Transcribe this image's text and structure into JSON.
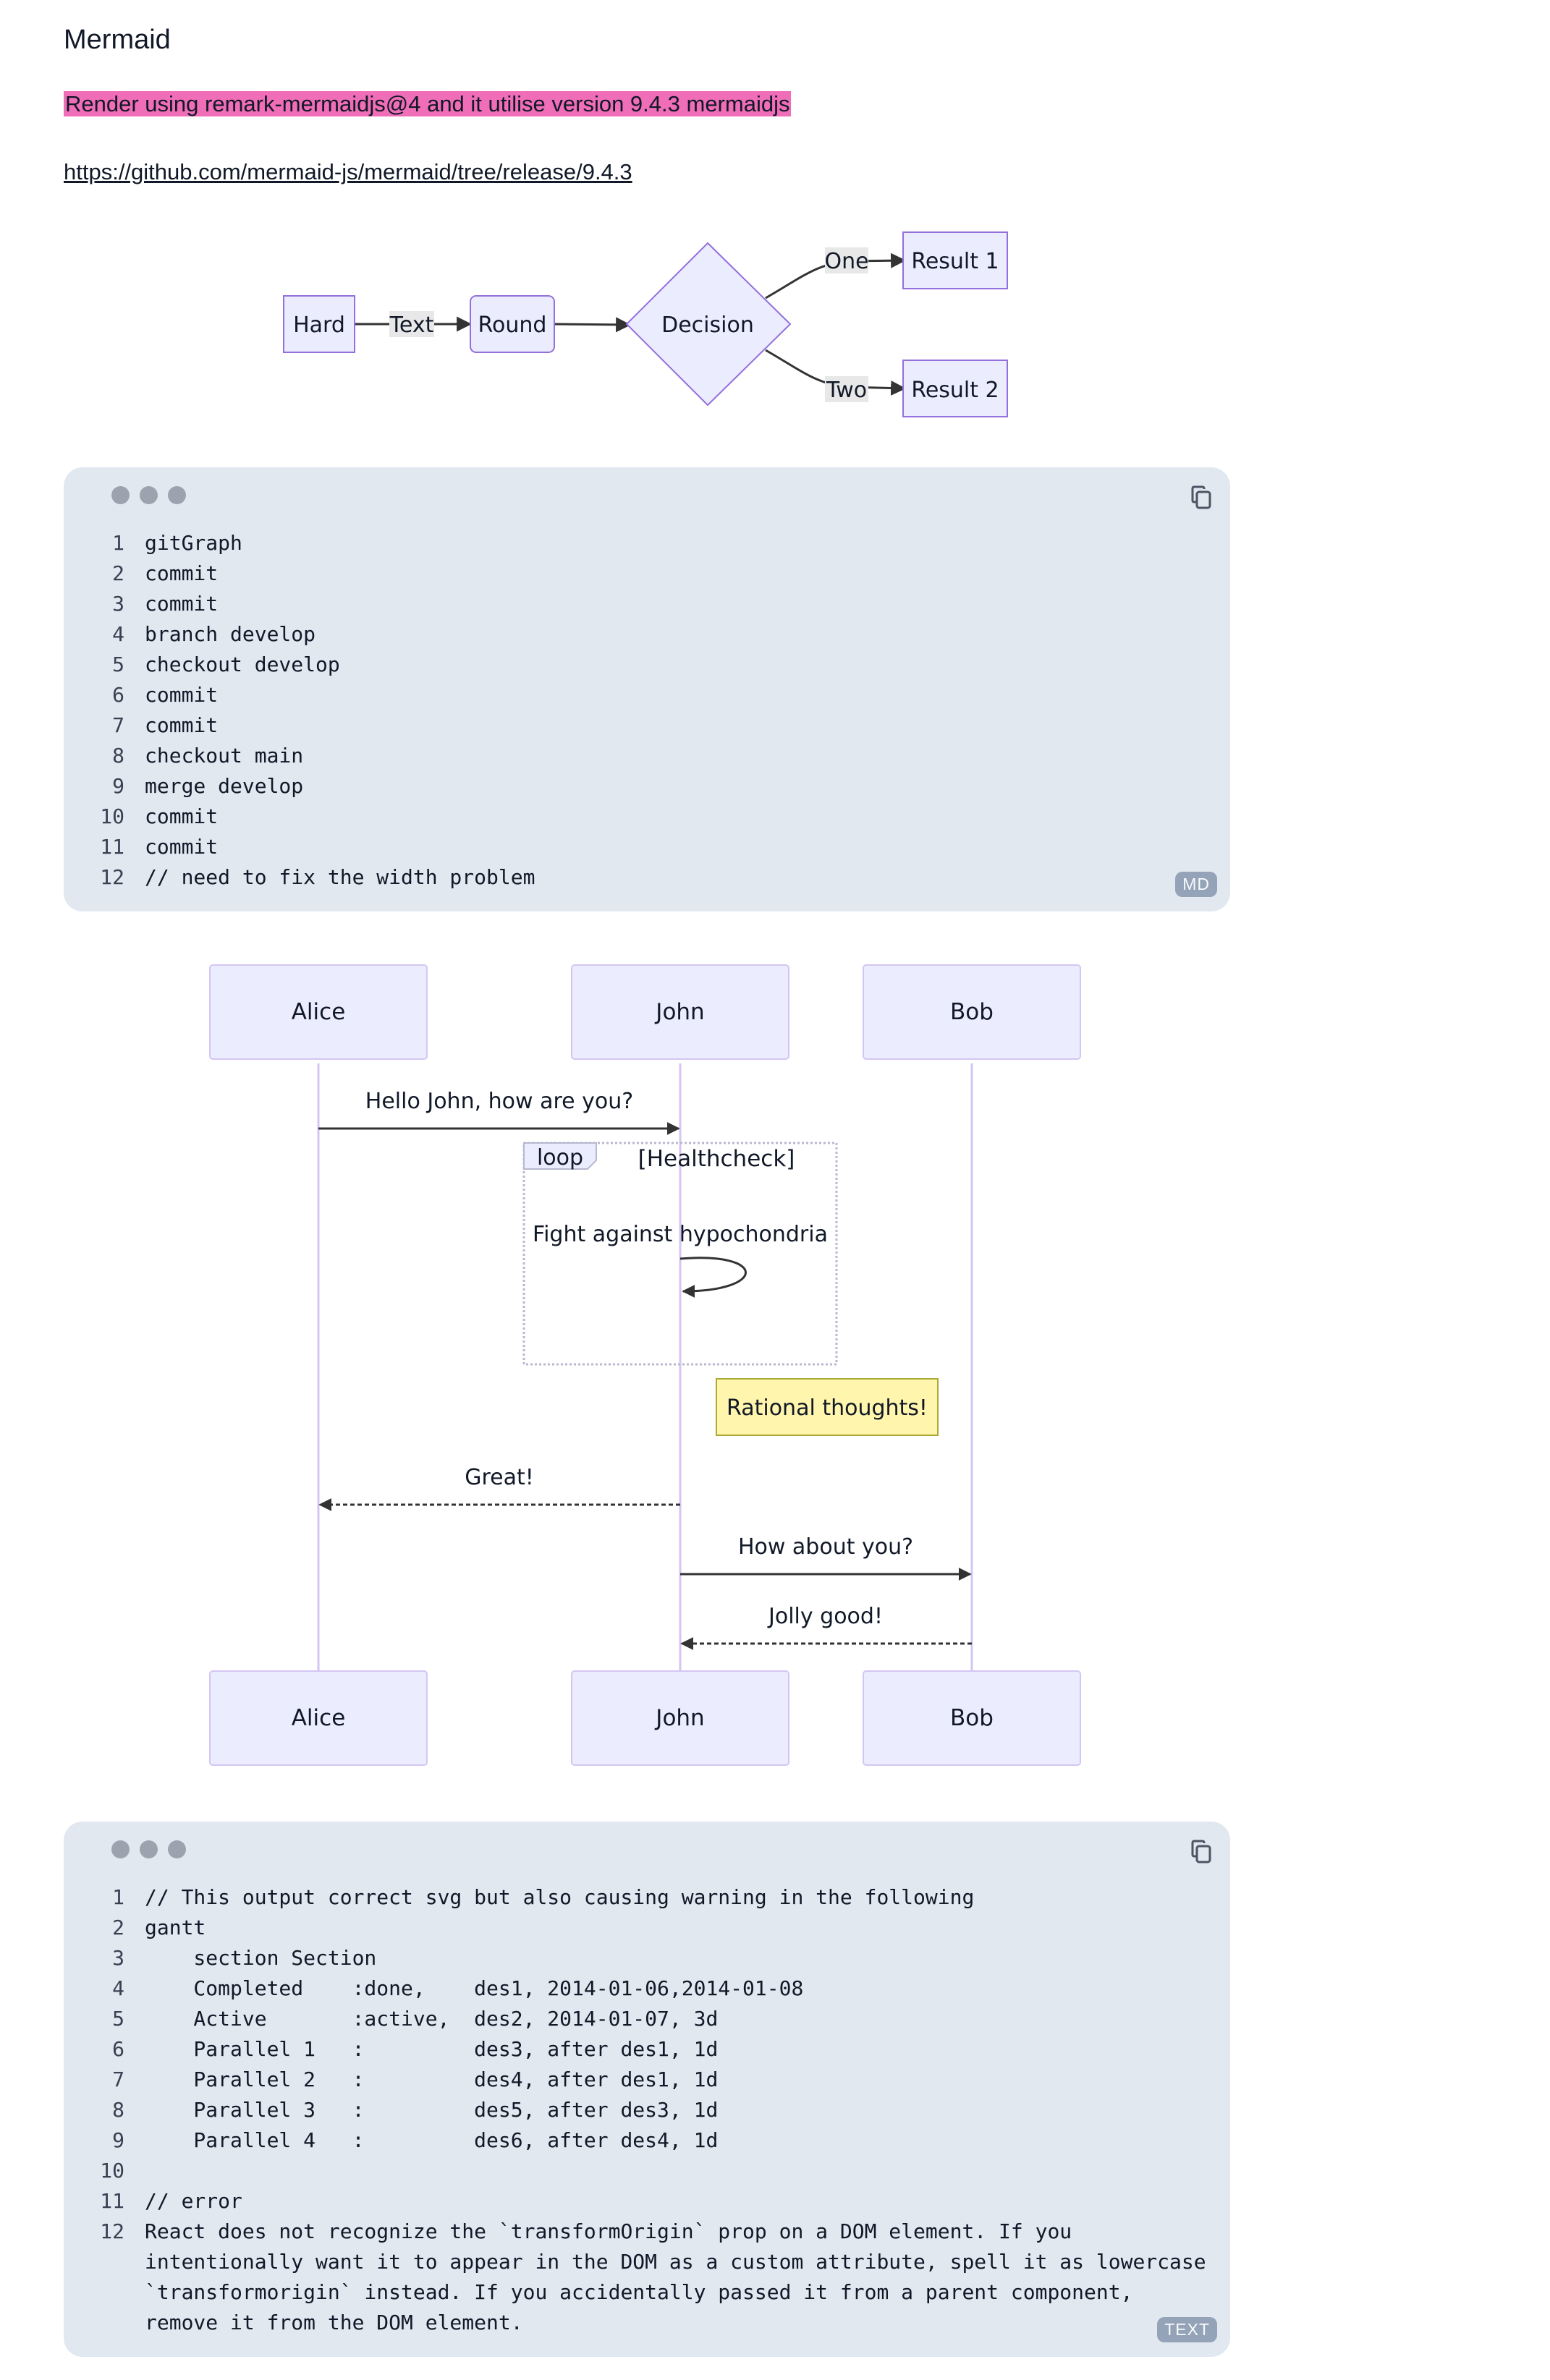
{
  "page": {
    "title": "Mermaid",
    "subtitle": "Render using remark-mermaidjs@4 and it utilise version 9.4.3 mermaidjs",
    "link": "https://github.com/mermaid-js/mermaid/tree/release/9.4.3"
  },
  "flowchart": {
    "nodes": {
      "hard": "Hard",
      "round": "Round",
      "decision": "Decision",
      "result1": "Result 1",
      "result2": "Result 2"
    },
    "edge_labels": {
      "text": "Text",
      "one": "One",
      "two": "Two"
    }
  },
  "codeblock1": {
    "language": "MD",
    "lines": [
      "gitGraph",
      "commit",
      "commit",
      "branch develop",
      "checkout develop",
      "commit",
      "commit",
      "checkout main",
      "merge develop",
      "commit",
      "commit",
      "// need to fix the width problem"
    ]
  },
  "sequence": {
    "participants": [
      "Alice",
      "John",
      "Bob"
    ],
    "messages": {
      "hello": "Hello John, how are you?",
      "fight": "Fight against hypochondria",
      "great": "Great!",
      "how_about": "How about you?",
      "jolly": "Jolly good!"
    },
    "loop_label": "loop",
    "loop_condition": "[Healthcheck]",
    "note": "Rational thoughts!"
  },
  "codeblock2": {
    "language": "TEXT",
    "lines": [
      [
        "1",
        "// This output correct svg but also causing warning in the following"
      ],
      [
        "2",
        "gantt"
      ],
      [
        "3",
        "    section Section"
      ],
      [
        "4",
        "    Completed    :done,    des1, 2014-01-06,2014-01-08"
      ],
      [
        "5",
        "    Active       :active,  des2, 2014-01-07, 3d"
      ],
      [
        "6",
        "    Parallel 1   :         des3, after des1, 1d"
      ],
      [
        "7",
        "    Parallel 2   :         des4, after des1, 1d"
      ],
      [
        "8",
        "    Parallel 3   :         des5, after des3, 1d"
      ],
      [
        "9",
        "    Parallel 4   :         des6, after des4, 1d"
      ],
      [
        "10",
        ""
      ],
      [
        "11",
        "// error"
      ],
      [
        "12",
        "React does not recognize the `transformOrigin` prop on a DOM element. If you"
      ],
      [
        "",
        "intentionally want it to appear in the DOM as a custom attribute, spell it as lowercase"
      ],
      [
        "",
        "`transformorigin` instead. If you accidentally passed it from a parent component,"
      ],
      [
        "",
        "remove it from the DOM element."
      ]
    ]
  },
  "colors": {
    "highlight": "#f06db7",
    "node_fill": "#ececff",
    "node_stroke": "#9370db",
    "edge_label_bg": "#e8e8e8",
    "note_fill": "#fff5ad",
    "note_stroke": "#aaaa33",
    "code_bg": "#e2e8f0"
  },
  "icons": {
    "copy": "copy-icon",
    "window_dots": "window-dots-icon"
  }
}
